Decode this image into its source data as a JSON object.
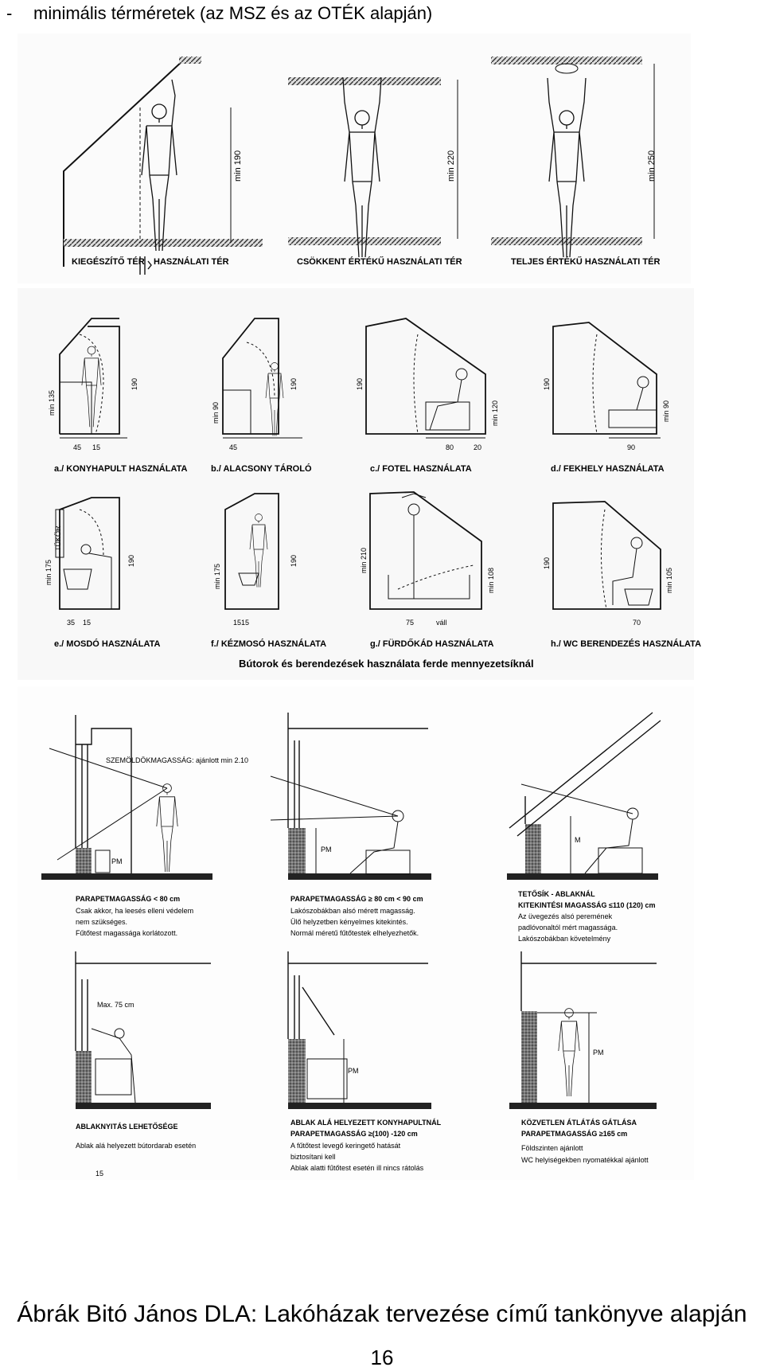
{
  "header": {
    "bullet": "-",
    "title": "minimális térméretek (az MSZ és az OTÉK alapján)"
  },
  "panel1": {
    "labels": [
      "KIEGÉSZÍTŐ TÉR",
      "HASZNÁLATI TÉR",
      "CSÖKKENT ÉRTÉKŰ HASZNÁLATI TÉR",
      "TELJES ÉRTÉKŰ HASZNÁLATI TÉR"
    ],
    "dims": [
      "min 190",
      "min 220",
      "min 250"
    ]
  },
  "panel2": {
    "captions": [
      "a./ KONYHAPULT HASZNÁLATA",
      "b./ ALACSONY TÁROLÓ",
      "c./ FOTEL HASZNÁLATA",
      "d./ FEKHELY HASZNÁLATA",
      "e./ MOSDÓ HASZNÁLATA",
      "f./ KÉZMOSÓ HASZNÁLATA",
      "g./ FÜRDŐKÁD HASZNÁLATA",
      "h./ WC BERENDEZÉS HASZNÁLATA"
    ],
    "dims_row1": [
      "min 135",
      "190",
      "45",
      "15",
      "min 90",
      "190",
      "45",
      "190",
      "min 120",
      "80",
      "20",
      "190",
      "min 90",
      "90"
    ],
    "dims_row2": [
      "TÜKÖR",
      "min 175",
      "190",
      "35",
      "15",
      "min 175",
      "190",
      "1515",
      "min 210",
      "min 108",
      "75",
      "váll",
      "190",
      "min 105",
      "70"
    ],
    "title": "Bútorok és berendezések használata ferde mennyezetsíknál"
  },
  "panel3": {
    "top_label": "SZEMÖLDÖKMAGASSÁG: ajánlott min 2.10",
    "pm": "PM",
    "m": "M",
    "blocks": [
      {
        "head": "PARAPETMAGASSÁG < 80 cm",
        "lines": [
          "Csak akkor, ha leesés elleni védelem",
          "nem szükséges.",
          "Fűtőtest magassága korlátozott."
        ]
      },
      {
        "head": "PARAPETMAGASSÁG ≥ 80 cm < 90 cm",
        "lines": [
          "Lakószobákban alsó mérett magasság.",
          "Ülő helyzetben kényelmes kitekintés.",
          "Normál méretű fűtőtestek elhelyezhetők."
        ]
      },
      {
        "head": "TETŐSÍK - ABLAKNÁL",
        "lines": [
          "KITEKINTÉSI MAGASSÁG ≤110 (120) cm",
          "Az üvegezés alsó peremének",
          "padlóvonaltól mért magassága.",
          "Lakószobákban követelmény"
        ]
      },
      {
        "head": "ABLAKNYITÁS LEHETŐSÉGE",
        "lines": [
          "Ablak alá helyezett bútordarab esetén"
        ]
      },
      {
        "head": "ABLAK ALÁ HELYEZETT KONYHAPULTNÁL",
        "lines": [
          "PARAPETMAGASSÁG ≥(100) -120 cm",
          "A fűtőtest levegő keringető hatását",
          "biztosítani kell",
          "Ablak alatti fűtőtest esetén ill nincs rátolás"
        ]
      },
      {
        "head": "KÖZVETLEN ÁTLÁTÁS GÁTLÁSA",
        "lines": [
          "PARAPETMAGASSÁG ≥165 cm",
          "Földszinten ajánlott",
          "WC helyiségekben nyomatékkal ajánlott"
        ]
      }
    ],
    "max75": "Max. 75 cm",
    "footnote": "15"
  },
  "footer": {
    "caption": "Ábrák Bitó János DLA: Lakóházak tervezése című tankönyve alapján",
    "page_number": "16"
  }
}
